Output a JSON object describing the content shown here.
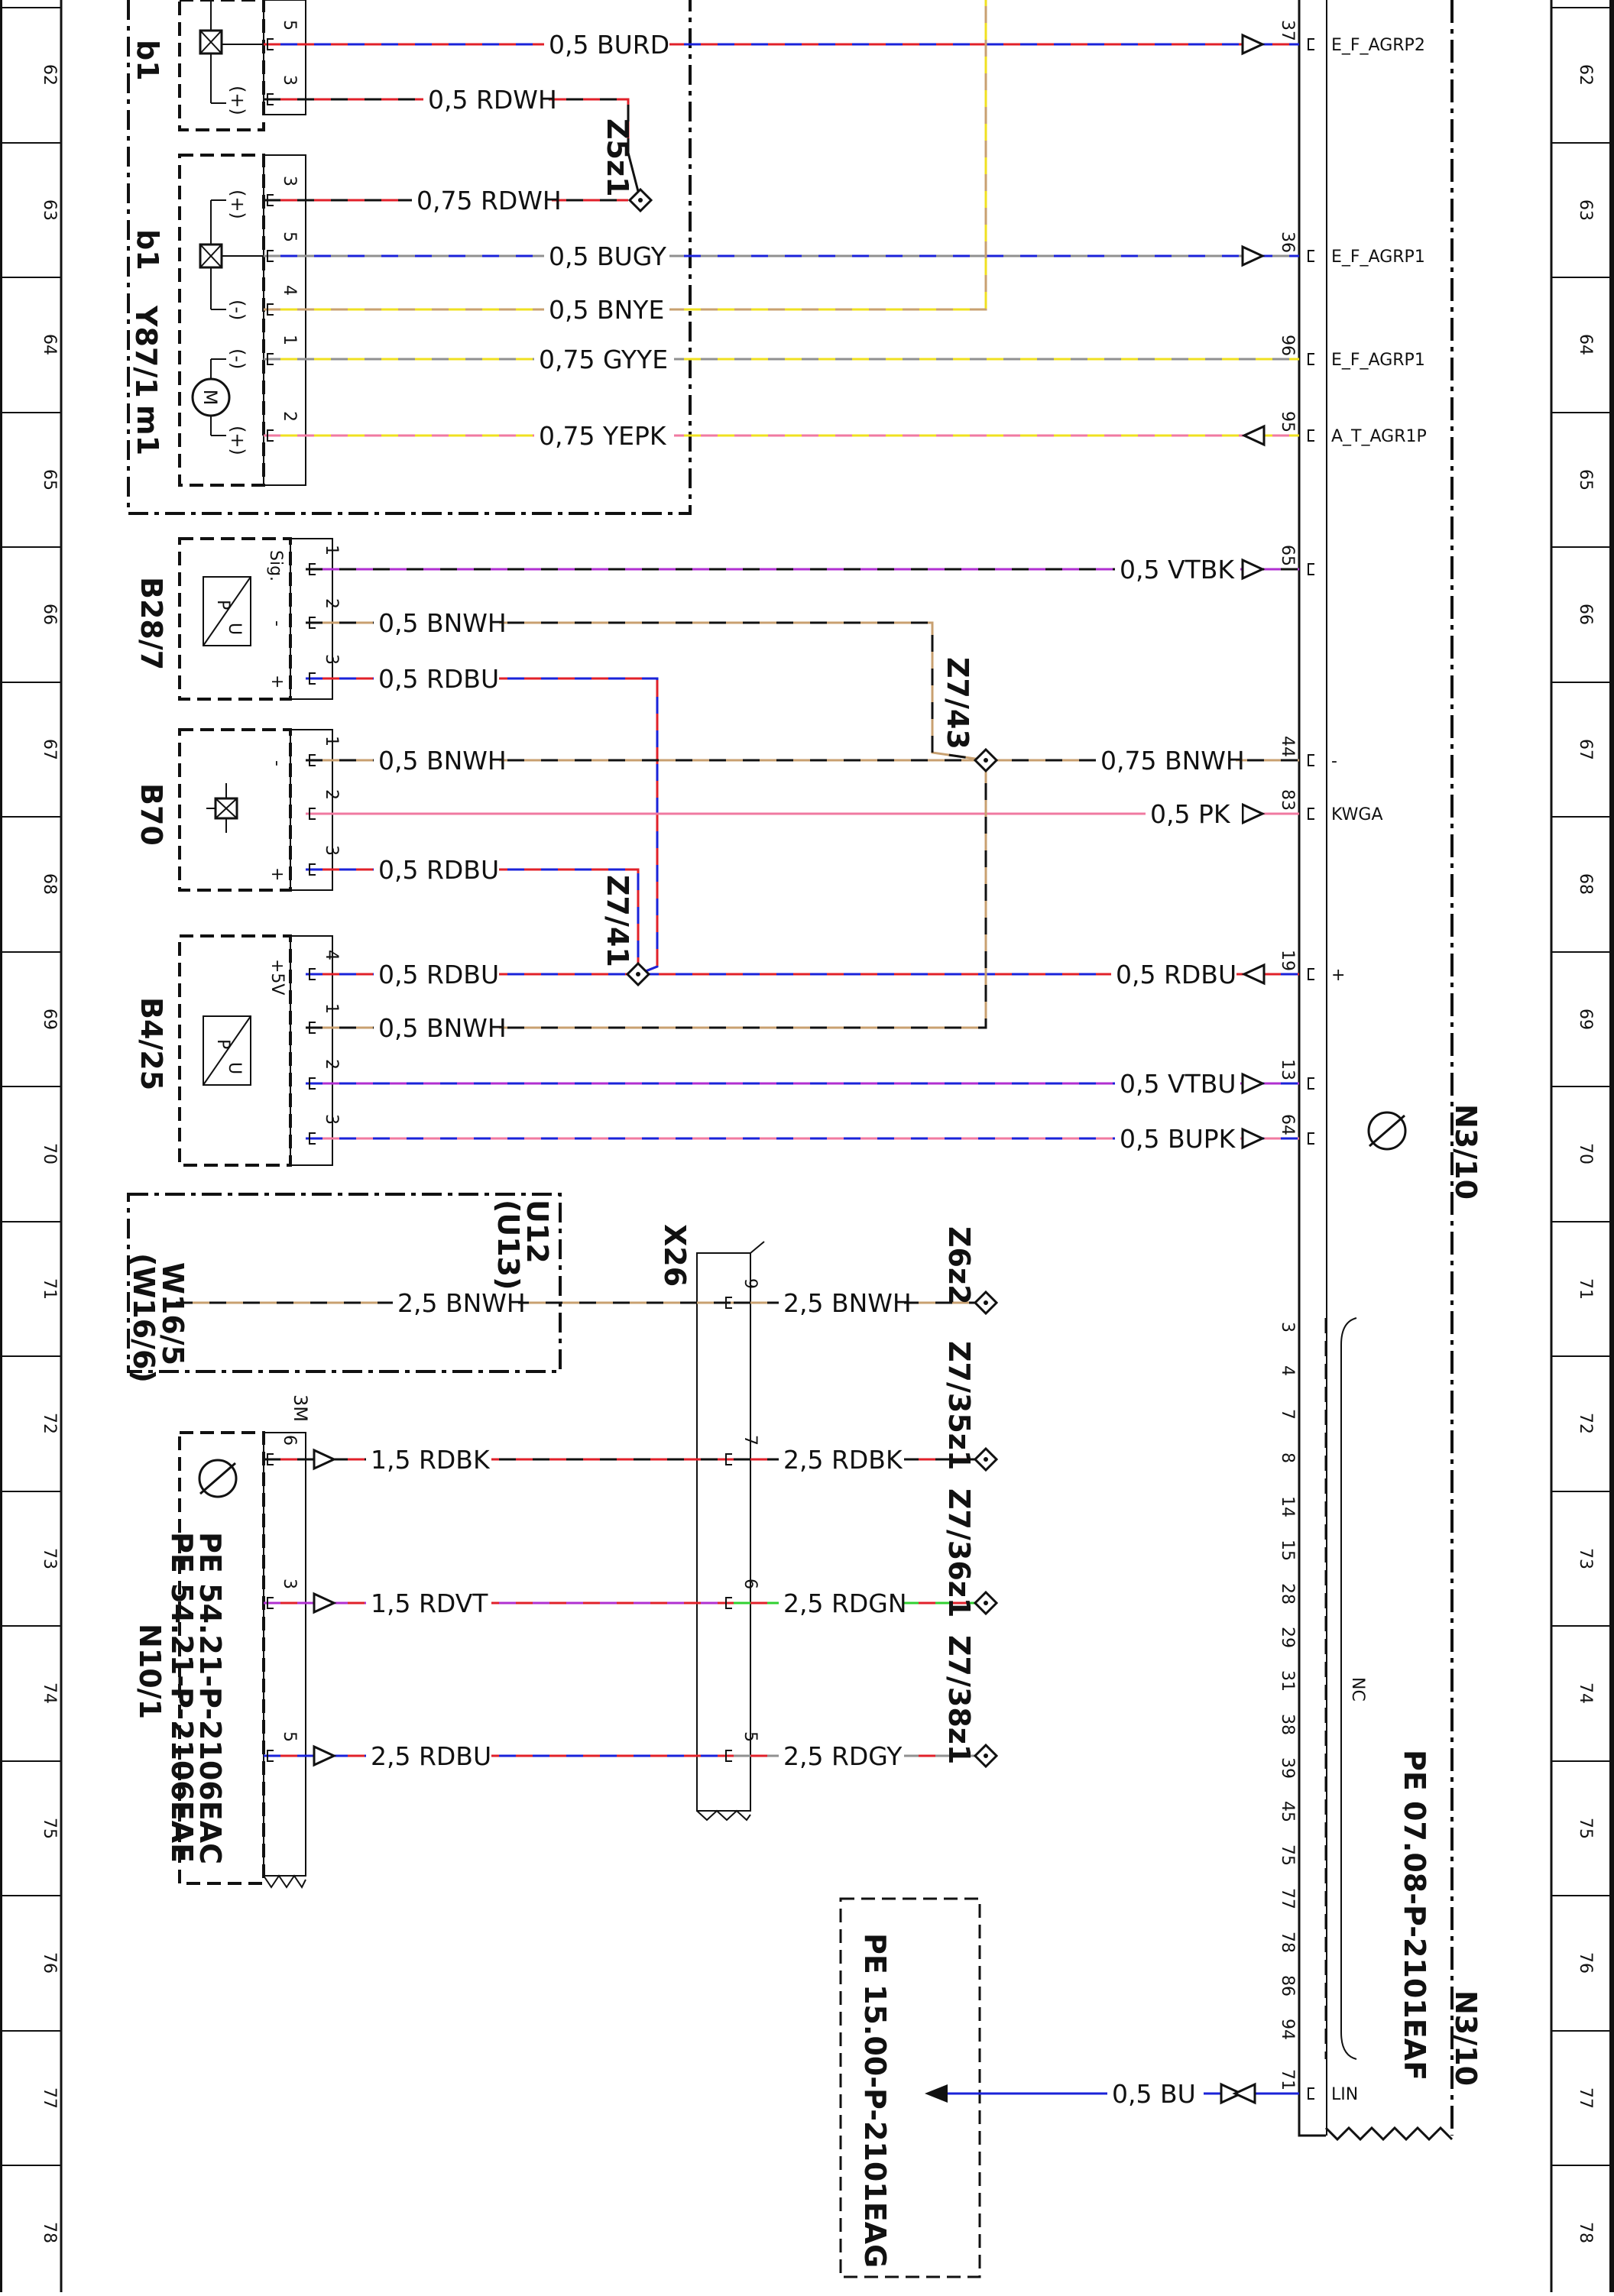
{
  "grid_numbers": [
    "62",
    "63",
    "64",
    "65",
    "66",
    "67",
    "68",
    "69",
    "70",
    "71",
    "72",
    "73",
    "74",
    "75",
    "76",
    "77",
    "78"
  ],
  "components": {
    "b1_top": "b1",
    "b1": "b1",
    "y87": "Y87/1",
    "m1": "m1",
    "b28": "B28/7",
    "b70": "B70",
    "b4": "B4/25",
    "u12": "U12",
    "u13": "(U13)",
    "w16": "W16/5",
    "w16b": "(W16/6)",
    "x26": "X26",
    "n10": "N10/1",
    "n3_a": "N3/10",
    "n3_b": "N3/10",
    "third": "3M"
  },
  "terminals": {
    "plus": "(+)",
    "minus": "(-)",
    "sig": "Sig.",
    "minus_s": "-",
    "plus_s": "+",
    "plus5v": "+5V"
  },
  "wires": {
    "w_burd": "0,5 BURD",
    "w_rdwh1": "0,5 RDWH",
    "w_rdwh2": "0,75 RDWH",
    "w_bugy": "0,5 BUGY",
    "w_bnye": "0,5 BNYE",
    "w_gyye": "0,75 GYYE",
    "w_yepk": "0,75 YEPK",
    "w_vtbk": "0,5 VTBK",
    "w_bnwh1": "0,5 BNWH",
    "w_rdbu1": "0,5 RDBU",
    "w_bnwh2": "0,5 BNWH",
    "w_bnwh075": "0,75 BNWH",
    "w_pk": "0,5 PK",
    "w_rdbu2": "0,5 RDBU",
    "w_rdbu3": "0,5 RDBU",
    "w_rdbu4": "0,5 RDBU",
    "w_bnwh3": "0,5 BNWH",
    "w_vtbu": "0,5 VTBU",
    "w_bupk": "0,5 BUPK",
    "w_bnwh25a": "2,5 BNWH",
    "w_bnwh25b": "2,5 BNWH",
    "w_rdbk15": "1,5 RDBK",
    "w_rdbk25": "2,5 RDBK",
    "w_rdvt": "1,5 RDVT",
    "w_rdgn": "2,5 RDGN",
    "w_rdbu25a": "2,5 RDBU",
    "w_rdgy": "2,5 RDGY",
    "w_bu": "0,5 BU"
  },
  "splices": {
    "z5z1": "Z5z1",
    "z743": "Z7/43",
    "z741": "Z7/41",
    "z6z2": "Z6z2",
    "z735": "Z7/35z1",
    "z736": "Z7/36z1",
    "z738": "Z7/38z1"
  },
  "signals": {
    "agrp2": "E_F_AGRP2",
    "agrp1a": "E_F_AGRP1",
    "agrp1b": "E_F_AGRP1",
    "agr1p": "A_T_AGR1P",
    "kwga": "KWGA",
    "lin": "LIN",
    "plus": "+",
    "minus": "-",
    "nc": "NC"
  },
  "n3_pins": {
    "p37": "37",
    "p36": "36",
    "p96": "96",
    "p95": "95",
    "p65": "65",
    "p44": "44",
    "p83": "83",
    "p19": "19",
    "p13": "13",
    "p64": "64",
    "p71": "71"
  },
  "nc_pins": [
    "3",
    "4",
    "7",
    "8",
    "14",
    "15",
    "28",
    "29",
    "31",
    "38",
    "39",
    "45",
    "75",
    "77",
    "78",
    "86",
    "94"
  ],
  "refs": {
    "pe_0708": "PE 07.08-P-2101EAF",
    "pe_1500": "PE 15.00-P-2101EAG",
    "pe_5421c": "PE 54.21-P-2106EAC",
    "pe_5421e": "PE 54.21-P-2106EAE"
  },
  "colors": {
    "blue": "#1a22d8",
    "red": "#e0202a",
    "yellow": "#f0e020",
    "brown": "#c8a070",
    "black": "#111111",
    "gray": "#909090",
    "pink": "#f07aa0",
    "violet": "#b030d0",
    "green": "#30d030",
    "white": "#ffffff"
  }
}
